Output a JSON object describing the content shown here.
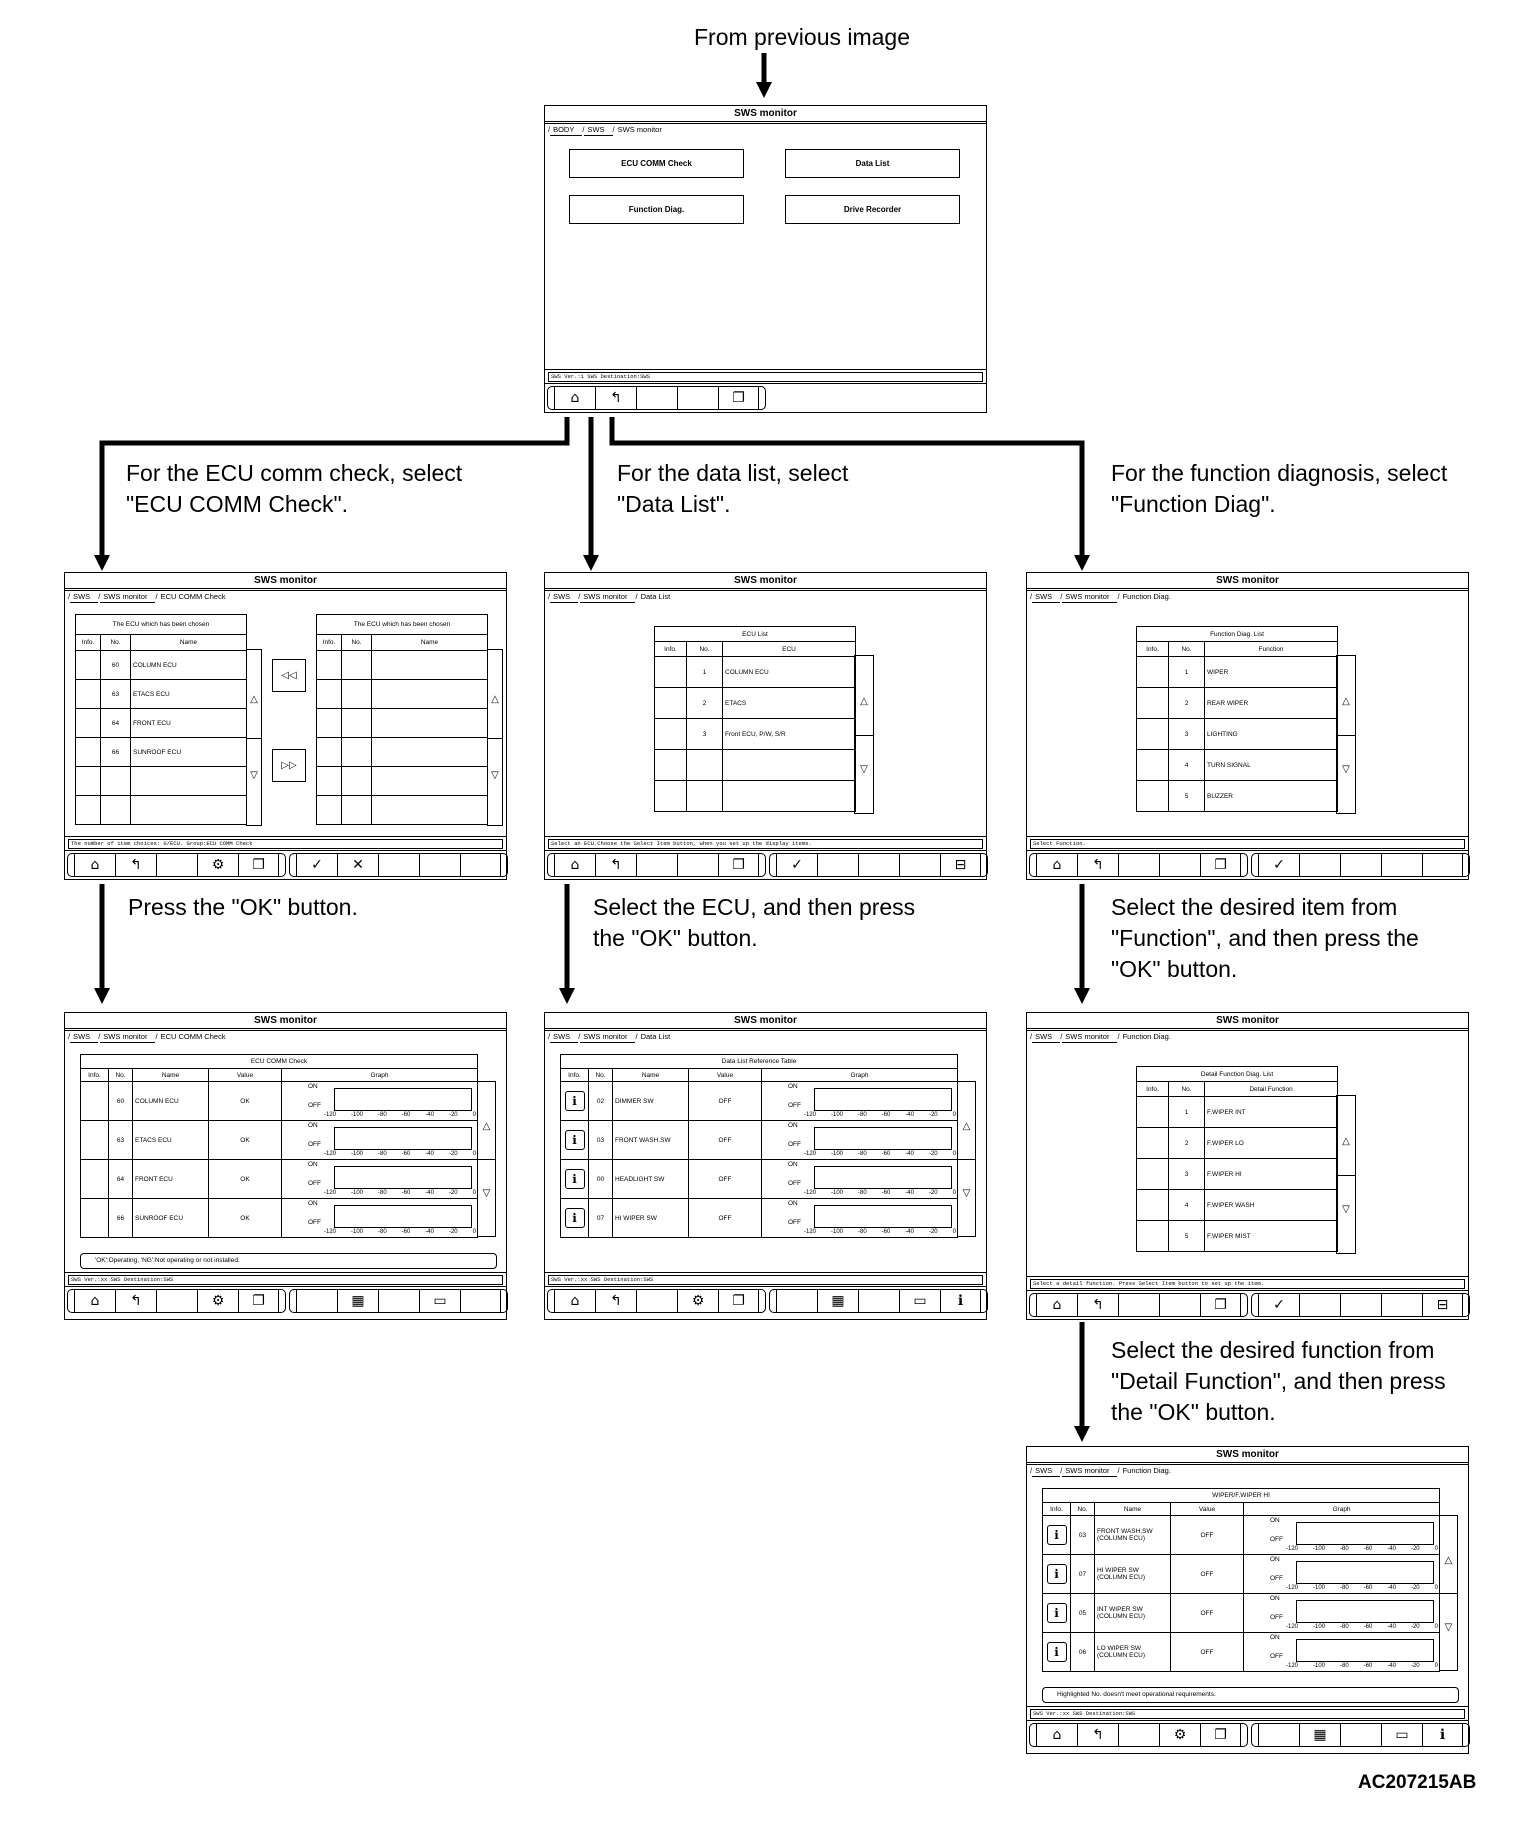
{
  "captions": {
    "from_previous": "From previous image",
    "ecu_comm": [
      "For the ECU comm check, select",
      "\"ECU COMM Check\"."
    ],
    "data_list": [
      "For the data list, select",
      "\"Data List\"."
    ],
    "function_diag": [
      "For the function diagnosis, select",
      "\"Function Diag\"."
    ],
    "press_ok": [
      "Press the \"OK\" button."
    ],
    "select_ecu": [
      "Select the ECU, and then press",
      "the \"OK\" button."
    ],
    "select_item": [
      "Select the desired item from",
      "\"Function\", and then press the",
      "\"OK\" button."
    ],
    "select_detail": [
      "Select the desired function from",
      "\"Detail Function\", and then press",
      "the \"OK\" button."
    ],
    "figure_code": "AC207215AB"
  },
  "graph_axis": {
    "on": "ON",
    "off": "OFF",
    "ticks": [
      "-120",
      "-100",
      "-80",
      "-60",
      "-40",
      "-20",
      "0"
    ]
  },
  "screens": [
    {
      "id": "main",
      "title": "SWS monitor",
      "breadcrumb": [
        "BODY",
        "SWS",
        "SWS monitor"
      ],
      "type": "menu",
      "buttons": [
        "ECU COMM Check",
        "Data List",
        "Function Diag.",
        "Drive Recorder"
      ],
      "status": "SWS Ver.:1 SWS Destination:SWS",
      "toolbar_left": [
        "home-icon",
        "back-icon",
        "",
        "",
        "copy-icon"
      ],
      "toolbar_right": null
    },
    {
      "id": "ecu_select",
      "title": "SWS monitor",
      "breadcrumb": [
        "SWS",
        "SWS monitor",
        "ECU COMM Check"
      ],
      "type": "dual",
      "left_table": {
        "title": "The ECU which has been chosen",
        "columns": [
          "Info.",
          "No.",
          "Name"
        ],
        "rows": [
          [
            "",
            "60",
            "COLUMN ECU"
          ],
          [
            "",
            "63",
            "ETACS ECU"
          ],
          [
            "",
            "64",
            "FRONT ECU"
          ],
          [
            "",
            "66",
            "SUNROOF ECU"
          ],
          [
            "",
            "",
            ""
          ],
          [
            "",
            "",
            ""
          ]
        ]
      },
      "right_table": {
        "title": "The ECU which has been chosen",
        "columns": [
          "Info.",
          "No.",
          "Name"
        ],
        "rows": [
          [
            "",
            "",
            ""
          ],
          [
            "",
            "",
            ""
          ],
          [
            "",
            "",
            ""
          ],
          [
            "",
            "",
            ""
          ],
          [
            "",
            "",
            ""
          ],
          [
            "",
            "",
            ""
          ]
        ]
      },
      "status": "The number of item choices: 0/ECU. Group:ECU COMM Check",
      "toolbar_left": [
        "home-icon",
        "back-icon",
        "",
        "ecu-icon",
        "copy-icon"
      ],
      "toolbar_right": [
        "check-icon",
        "cross-icon",
        "",
        "",
        ""
      ]
    },
    {
      "id": "datalist_select",
      "title": "SWS monitor",
      "breadcrumb": [
        "SWS",
        "SWS monitor",
        "Data List"
      ],
      "type": "list",
      "table": {
        "title": "ECU List",
        "columns": [
          "Info.",
          "No.",
          "ECU"
        ],
        "rows": [
          [
            "",
            "1",
            "COLUMN ECU"
          ],
          [
            "",
            "2",
            "ETACS"
          ],
          [
            "",
            "3",
            "Front ECU, P/W, S/R"
          ],
          [
            "",
            "",
            ""
          ],
          [
            "",
            "",
            ""
          ]
        ]
      },
      "status": "Select an ECU.Choose the Select Item button, when you set up the display items.",
      "toolbar_left": [
        "home-icon",
        "back-icon",
        "",
        "",
        "copy-icon"
      ],
      "toolbar_right": [
        "check-icon",
        "",
        "",
        "",
        "select-item-icon"
      ]
    },
    {
      "id": "func_select",
      "title": "SWS monitor",
      "breadcrumb": [
        "SWS",
        "SWS monitor",
        "Function Diag."
      ],
      "type": "list",
      "table": {
        "title": "Function Diag. List",
        "columns": [
          "Info.",
          "No.",
          "Function"
        ],
        "rows": [
          [
            "",
            "1",
            "WIPER"
          ],
          [
            "",
            "2",
            "REAR WIPER"
          ],
          [
            "",
            "3",
            "LIGHTING"
          ],
          [
            "",
            "4",
            "TURN SIGNAL"
          ],
          [
            "",
            "5",
            "BUZZER"
          ]
        ]
      },
      "status": "Select Function.",
      "toolbar_left": [
        "home-icon",
        "back-icon",
        "",
        "",
        "copy-icon"
      ],
      "toolbar_right": [
        "check-icon",
        "",
        "",
        "",
        ""
      ]
    },
    {
      "id": "ecu_result",
      "title": "SWS monitor",
      "breadcrumb": [
        "SWS",
        "SWS monitor",
        "ECU COMM Check"
      ],
      "type": "graph",
      "table": {
        "title": "ECU COMM Check",
        "columns": [
          "Info.",
          "No.",
          "Name",
          "Value",
          "Graph"
        ],
        "rows": [
          {
            "info": false,
            "no": "60",
            "name": "COLUMN ECU",
            "value": "OK"
          },
          {
            "info": false,
            "no": "63",
            "name": "ETACS ECU",
            "value": "OK"
          },
          {
            "info": false,
            "no": "64",
            "name": "FRONT ECU",
            "value": "OK"
          },
          {
            "info": false,
            "no": "66",
            "name": "SUNROOF ECU",
            "value": "OK"
          }
        ]
      },
      "note": "'OK':Operating, 'NG':Not operating or not installed.",
      "status": "SWS Ver.:xx SWS Destination:SWS",
      "toolbar_left": [
        "home-icon",
        "back-icon",
        "",
        "ecu-icon",
        "copy-icon"
      ],
      "toolbar_right": [
        "",
        "table-icon",
        "",
        "monitor-icon",
        ""
      ]
    },
    {
      "id": "datalist_result",
      "title": "SWS monitor",
      "breadcrumb": [
        "SWS",
        "SWS monitor",
        "Data List"
      ],
      "type": "graph",
      "table": {
        "title": "Data List Reference Table",
        "columns": [
          "Info.",
          "No.",
          "Name",
          "Value",
          "Graph"
        ],
        "rows": [
          {
            "info": true,
            "no": "02",
            "name": "DIMMER SW",
            "value": "OFF"
          },
          {
            "info": true,
            "no": "03",
            "name": "FRONT WASH.SW",
            "value": "OFF"
          },
          {
            "info": true,
            "no": "00",
            "name": "HEADLIGHT SW",
            "value": "OFF"
          },
          {
            "info": true,
            "no": "07",
            "name": "HI WIPER SW",
            "value": "OFF"
          }
        ]
      },
      "note": null,
      "status": "SWS Ver.:xx SWS Destination:SWS",
      "toolbar_left": [
        "home-icon",
        "back-icon",
        "",
        "ecu-icon",
        "copy-icon"
      ],
      "toolbar_right": [
        "",
        "table-icon",
        "",
        "monitor-icon",
        "info-toggle-icon"
      ]
    },
    {
      "id": "detail_select",
      "title": "SWS monitor",
      "breadcrumb": [
        "SWS",
        "SWS monitor",
        "Function Diag."
      ],
      "type": "list",
      "table": {
        "title": "Detail Function Diag. List",
        "columns": [
          "Info.",
          "No.",
          "Detail Function"
        ],
        "rows": [
          [
            "",
            "1",
            "F.WIPER INT"
          ],
          [
            "",
            "2",
            "F.WIPER LO"
          ],
          [
            "",
            "3",
            "F.WIPER HI"
          ],
          [
            "",
            "4",
            "F.WIPER WASH"
          ],
          [
            "",
            "5",
            "F.WIPER MIST"
          ]
        ]
      },
      "status": "Select a detail function. Press Select Item button to set up the item.",
      "toolbar_left": [
        "home-icon",
        "back-icon",
        "",
        "",
        "copy-icon"
      ],
      "toolbar_right": [
        "check-icon",
        "",
        "",
        "",
        "select-item-icon"
      ]
    },
    {
      "id": "wiper_result",
      "title": "SWS monitor",
      "breadcrumb": [
        "SWS",
        "SWS monitor",
        "Function Diag."
      ],
      "type": "graph",
      "table": {
        "title": "WIPER/F.WIPER HI",
        "columns": [
          "Info.",
          "No.",
          "Name",
          "Value",
          "Graph"
        ],
        "rows": [
          {
            "info": true,
            "no": "03",
            "name": "FRONT WASH.SW\n(COLUMN ECU)",
            "value": "OFF"
          },
          {
            "info": true,
            "no": "07",
            "name": "HI WIPER SW\n(COLUMN ECU)",
            "value": "OFF"
          },
          {
            "info": true,
            "no": "05",
            "name": "INT WIPER SW\n(COLUMN ECU)",
            "value": "OFF"
          },
          {
            "info": true,
            "no": "06",
            "name": "LO WIPER SW\n(COLUMN ECU)",
            "value": "OFF"
          }
        ]
      },
      "note": "Highlighted No. doesn't meet operational requirements.",
      "status": "SWS Ver.:xx SWS Destination:SWS",
      "toolbar_left": [
        "home-icon",
        "back-icon",
        "",
        "ecu-icon",
        "copy-icon"
      ],
      "toolbar_right": [
        "",
        "table-icon",
        "",
        "monitor-icon",
        "info-toggle-icon"
      ]
    }
  ]
}
